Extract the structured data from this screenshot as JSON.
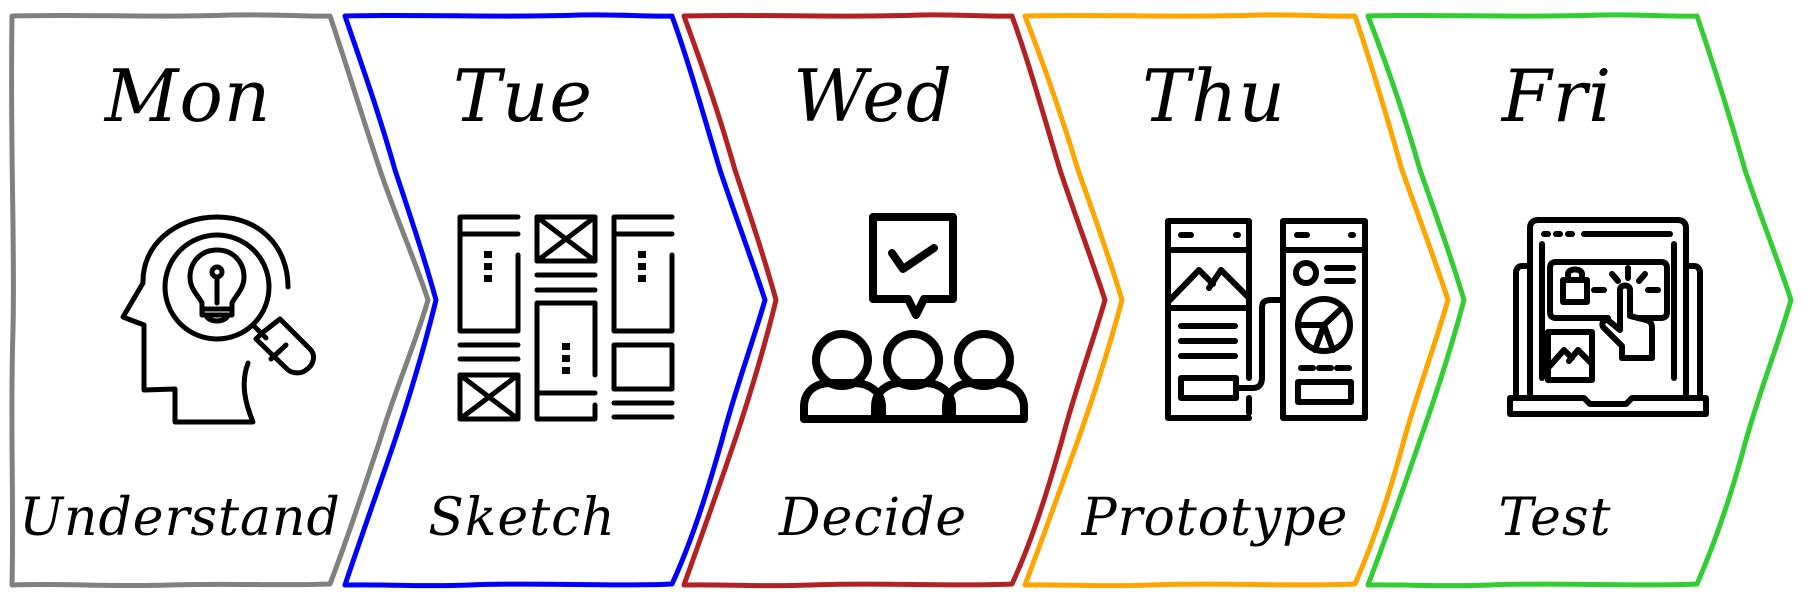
{
  "diagram": {
    "type": "design-sprint-process",
    "stage_count": 5,
    "stages": [
      {
        "day": "Mon",
        "phase": "Understand",
        "icon": "head-lightbulb-magnifier-icon",
        "color": "#808080"
      },
      {
        "day": "Tue",
        "phase": "Sketch",
        "icon": "wireframe-sketch-icon",
        "color": "#0000ff"
      },
      {
        "day": "Wed",
        "phase": "Decide",
        "icon": "group-vote-checkmark-icon",
        "color": "#b22222"
      },
      {
        "day": "Thu",
        "phase": "Prototype",
        "icon": "app-prototype-screens-icon",
        "color": "#ffa500"
      },
      {
        "day": "Fri",
        "phase": "Test",
        "icon": "laptop-touch-test-icon",
        "color": "#32cd32"
      }
    ]
  }
}
